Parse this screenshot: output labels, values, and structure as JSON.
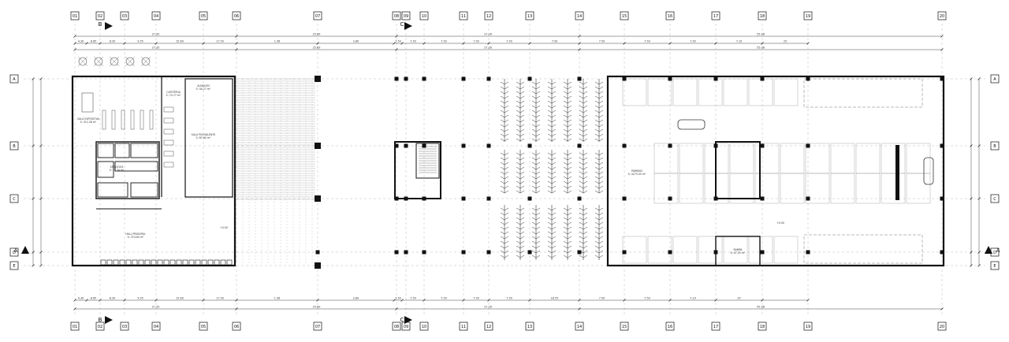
{
  "axes": {
    "columns": [
      "01",
      "02",
      "03",
      "04",
      "05",
      "06",
      "07",
      "08",
      "09",
      "10",
      "11",
      "12",
      "13",
      "14",
      "15",
      "16",
      "17",
      "18",
      "19",
      "20"
    ],
    "rows": [
      "A",
      "B",
      "C",
      "D",
      "E"
    ]
  },
  "section_marks": {
    "a": "A",
    "b": "B",
    "c": "C"
  },
  "dimensions": {
    "top_overall": [
      "27.35",
      "25.69",
      "27.26",
      "55.08"
    ],
    "top_detail": [
      "4.30",
      "8.65",
      "8.35",
      "9.55",
      "15.60",
      "17.50",
      "1.56",
      "2.80",
      "7.50",
      "7.50",
      "7.50",
      "7.50",
      "7.50",
      "7.50",
      "7.50",
      "7.50",
      "7.50",
      "7.10",
      "25"
    ],
    "bottom_detail": [
      "4.30",
      "8.65",
      "8.35",
      "9.55",
      "15.60",
      "17.50",
      "1.56",
      "2.80",
      "7.50",
      "7.50",
      "7.50",
      "7.50",
      "7.50",
      "18.55",
      "7.50",
      "7.50",
      "7.10",
      "25"
    ],
    "bottom_overall": [
      "27.35",
      "25.69",
      "27.26",
      "55.08"
    ]
  },
  "rooms": [
    {
      "name": "SALA EXPOSITIVA",
      "area": "S: 312.28 m²"
    },
    {
      "name": "CAFETERIA",
      "area": "S: 74.77 m²"
    },
    {
      "name": "SERVICIOS",
      "area": "S: 15.34 m²"
    },
    {
      "name": "ALMACEN",
      "area": "S: 40.27 m²"
    },
    {
      "name": "HALL PRINCIPAL",
      "area": "S: 374.84 m²"
    },
    {
      "name": "SALA POLIVALENTE",
      "area": "S: 87.60 m²"
    },
    {
      "name": "PARKING",
      "area": "S: 4275.05 m²"
    },
    {
      "name": "RAMPA",
      "area": "S: 47.25 m²"
    }
  ],
  "levels": {
    "hall": "+0.00",
    "parking": "+0.00"
  }
}
